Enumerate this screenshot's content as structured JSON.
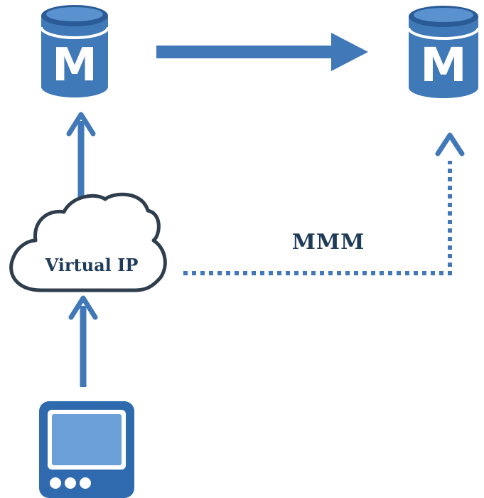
{
  "colors": {
    "accent": "#3f79b8",
    "accent_dark": "#2a5b96",
    "accent_light": "#5a92cf",
    "text": "#1f3b5a",
    "outline": "#2f3e4d"
  },
  "nodes": {
    "master_left": {
      "icon": "database-icon",
      "label": "M"
    },
    "master_right": {
      "icon": "database-icon",
      "label": "M"
    },
    "virtual_ip": {
      "icon": "cloud-icon",
      "label": "Virtual IP"
    },
    "client": {
      "icon": "monitor-icon"
    }
  },
  "edges": {
    "replication": {
      "style": "solid"
    },
    "vip_to_master": {
      "style": "solid"
    },
    "client_to_vip": {
      "style": "solid"
    },
    "failover": {
      "style": "dotted",
      "label": "MMM"
    }
  }
}
